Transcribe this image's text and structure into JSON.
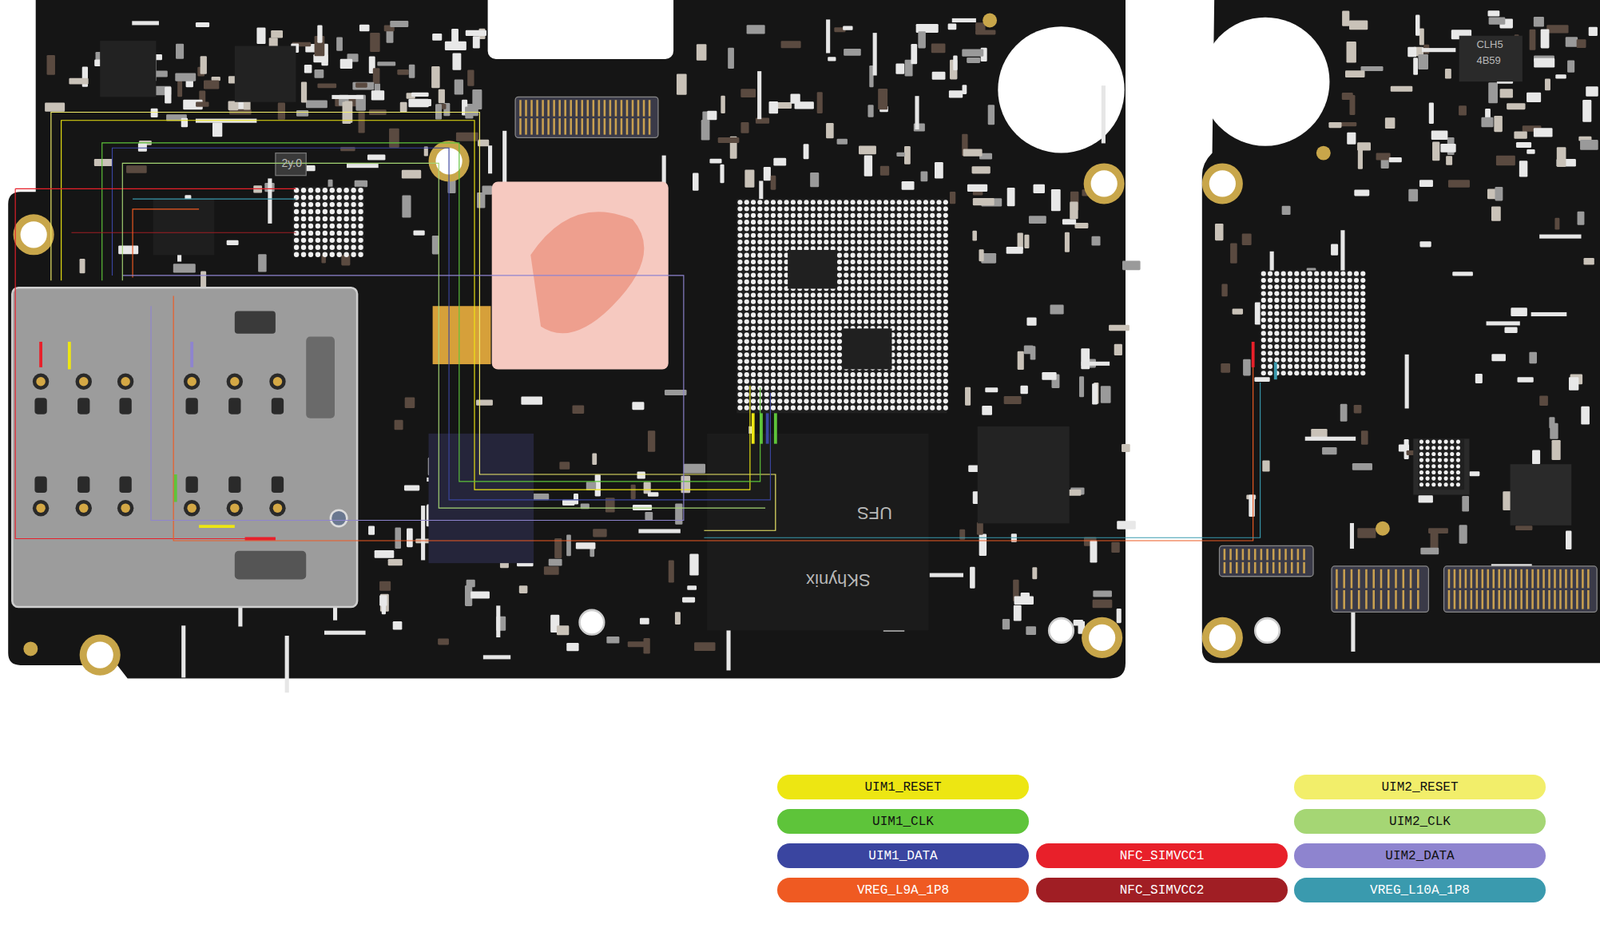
{
  "diagram": {
    "labels": [
      "2y.0",
      "CLH5",
      "4B59",
      "UFS",
      "SKhynix"
    ],
    "legend": [
      {
        "text": "UIM1_RESET",
        "color": "#ede612"
      },
      {
        "text": "UIM2_RESET",
        "color": "#f2ee6a"
      },
      {
        "text": "UIM1_CLK",
        "color": "#5ec43a"
      },
      {
        "text": "UIM2_CLK",
        "color": "#a5d674"
      },
      {
        "text": "UIM1_DATA",
        "color": "#3a45a0"
      },
      {
        "text": "NFC_SIMVCC1",
        "color": "#e8202a"
      },
      {
        "text": "UIM2_DATA",
        "color": "#8e84cf"
      },
      {
        "text": "VREG_L9A_1P8",
        "color": "#ef5a22"
      },
      {
        "text": "NFC_SIMVCC2",
        "color": "#a01e24"
      },
      {
        "text": "VREG_L10A_1P8",
        "color": "#3a9aae"
      }
    ]
  }
}
